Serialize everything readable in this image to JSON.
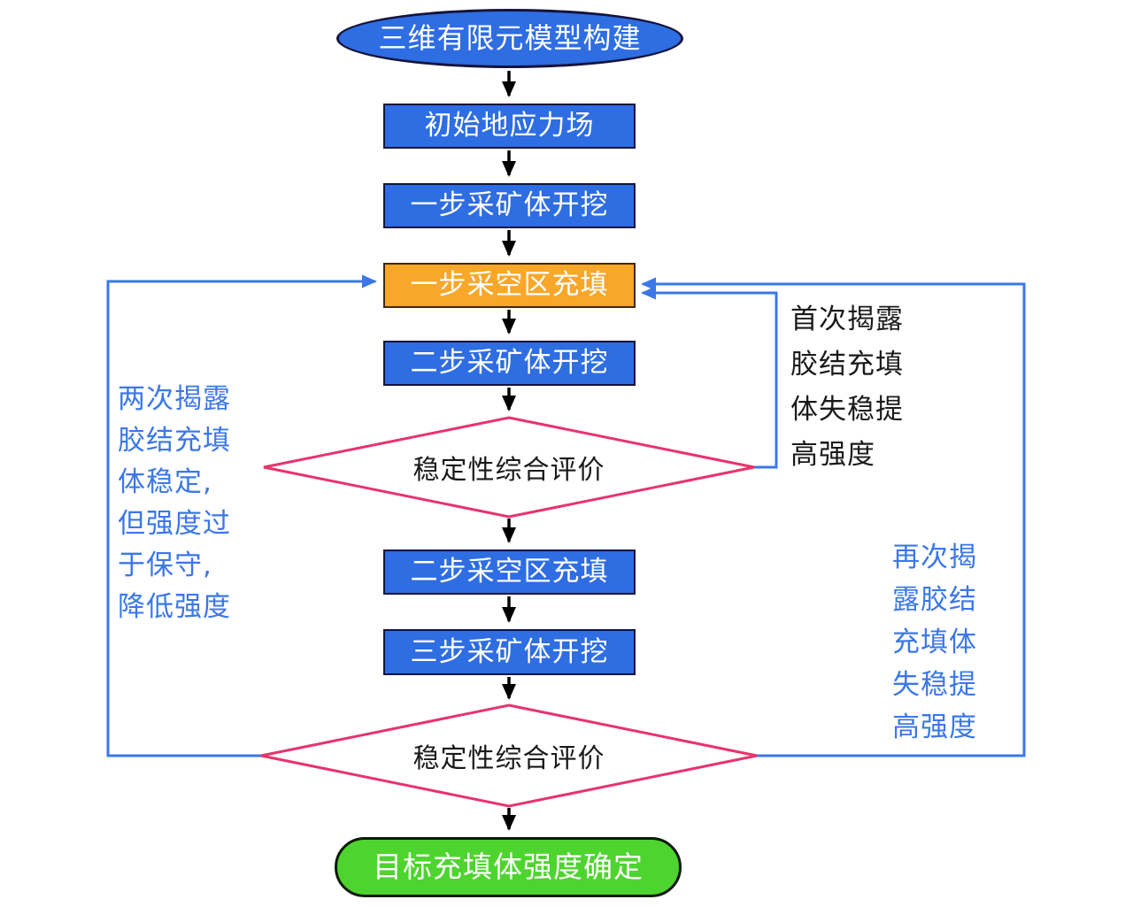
{
  "nodes": {
    "start": {
      "label": "三维有限元模型构建"
    },
    "initial_stress": {
      "label": "初始地应力场"
    },
    "step1_excavation": {
      "label": "一步采矿体开挖"
    },
    "step1_filling": {
      "label": "一步采空区充填"
    },
    "step2_excavation": {
      "label": "二步采矿体开挖"
    },
    "stability_eval_1": {
      "label": "稳定性综合评价"
    },
    "step2_filling": {
      "label": "二步采空区充填"
    },
    "step3_excavation": {
      "label": "三步采矿体开挖"
    },
    "stability_eval_2": {
      "label": "稳定性综合评价"
    },
    "end": {
      "label": "目标充填体强度确定"
    }
  },
  "annotations": {
    "left_loop": {
      "text": "两次揭露\n胶结充填\n体稳定,\n但强度过\n于保守,\n降低强度",
      "color": "#3b77e8"
    },
    "right_inner_loop": {
      "text": "首次揭露\n胶结充填\n体失稳提\n高强度",
      "color": "#1a1a1a"
    },
    "right_outer_loop": {
      "text": "再次揭\n露胶结\n充填体\n失稳提\n高强度",
      "color": "#3b77e8"
    }
  },
  "colors": {
    "process_fill": "#2e6de2",
    "filling_step_fill": "#f9a728",
    "end_fill": "#4ed42e",
    "diamond_stroke": "#e8336c",
    "loop_line": "#3b77e8",
    "flow_arrow": "#000000"
  }
}
